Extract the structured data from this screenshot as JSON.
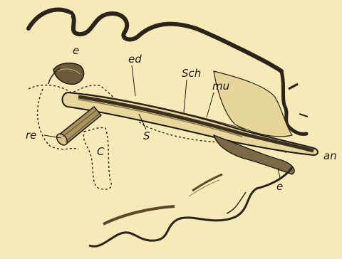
{
  "figure": {
    "background": "#f5eab8",
    "ink": "#1e1a12",
    "labels": {
      "e_top": "e",
      "ed": "ed",
      "sch": "Sch",
      "mu": "mu",
      "re": "re",
      "c": "C",
      "s": "S",
      "an": "an",
      "e_bottom": "e"
    }
  }
}
